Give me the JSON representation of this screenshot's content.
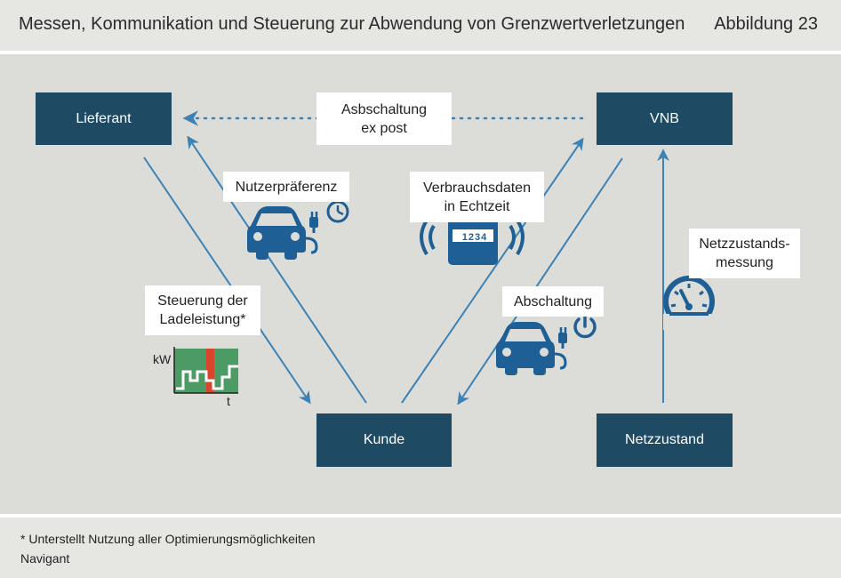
{
  "header": {
    "title": "Messen, Kommunikation und Steuerung zur Abwendung von Grenzwertverletzungen",
    "figure": "Abbildung 23"
  },
  "nodes": {
    "lieferant": "Lieferant",
    "vnb": "VNB",
    "kunde": "Kunde",
    "netzzustand": "Netzzustand"
  },
  "labels": {
    "abschaltung_ex_post": [
      "Asbschaltung",
      "ex post"
    ],
    "nutzerpraeferenz": "Nutzerpräferenz",
    "verbrauchsdaten": [
      "Verbrauchsdaten",
      "in Echtzeit"
    ],
    "netzzustandsmessung": [
      "Netzzustands-",
      "messung"
    ],
    "abschaltung": "Abschaltung",
    "steuerung": [
      "Steuerung der",
      "Ladeleistung*"
    ]
  },
  "meter_display": "1234",
  "chart": {
    "y_unit": "kW",
    "x_unit": "t"
  },
  "footer": {
    "note": "* Unterstellt Nutzung aller Optimierungsmöglichkeiten",
    "source": "Navigant"
  },
  "colors": {
    "node": "#1e4a63",
    "arrow": "#3d82b4",
    "icon": "#1e5f95",
    "chart_green": "#4c9a64",
    "chart_red": "#d9462b"
  }
}
